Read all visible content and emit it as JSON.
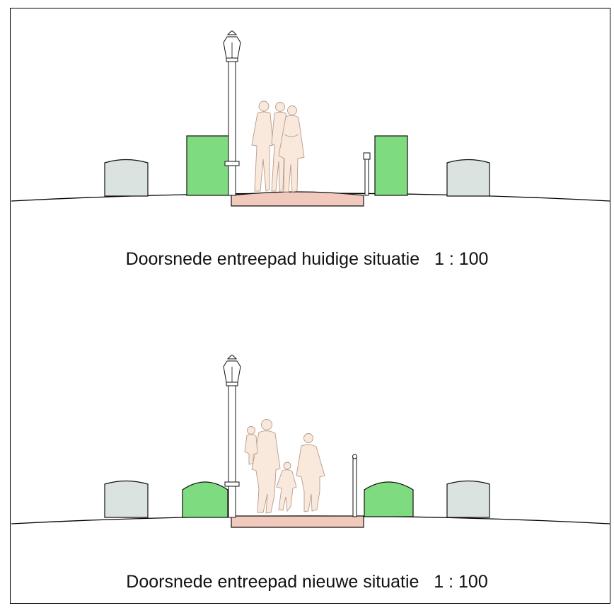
{
  "sections": [
    {
      "caption": "Doorsnede entreepad huidige situatie   1 : 100",
      "hedge_shape": "rectangular",
      "people": "group of three adults standing"
    },
    {
      "caption": "Doorsnede entreepad nieuwe situatie   1 : 100",
      "hedge_shape": "rounded",
      "people": "family walking"
    }
  ],
  "colors": {
    "hedge": "#7fdb7f",
    "gravestone": "#dbe3e0",
    "path": "#f2c9bd",
    "people": "#f9e8dc"
  },
  "icons": [
    "street-lamp-icon",
    "gravestone-icon",
    "hedge-icon",
    "bollard-icon",
    "person-icon"
  ]
}
